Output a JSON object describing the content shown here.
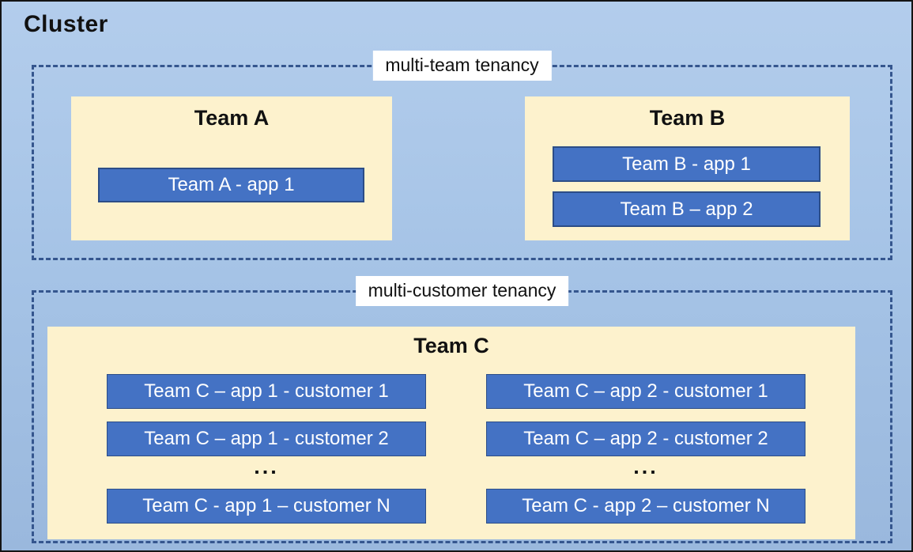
{
  "cluster": {
    "title": "Cluster"
  },
  "multi_team": {
    "label": "multi-team tenancy",
    "team_a": {
      "name": "Team A",
      "apps": [
        "Team A - app 1"
      ]
    },
    "team_b": {
      "name": "Team B",
      "apps": [
        "Team B - app 1",
        "Team B – app 2"
      ]
    }
  },
  "multi_customer": {
    "label": "multi-customer tenancy",
    "team_c": {
      "name": "Team C",
      "columns": [
        {
          "rows": [
            "Team C – app 1 - customer 1",
            "Team C – app 1 - customer 2"
          ],
          "ellipsis": "...",
          "row_n": "Team C - app 1 – customer N"
        },
        {
          "rows": [
            "Team C – app 2 - customer 1",
            "Team C – app 2 - customer 2"
          ],
          "ellipsis": "...",
          "row_n": "Team C - app 2 – customer N"
        }
      ]
    }
  },
  "colors": {
    "canvas_bg_top": "#b3cdec",
    "canvas_bg_bottom": "#9ab8dd",
    "outer_border": "#141414",
    "dashed_border": "#35568e",
    "team_box_bg": "#fdf2cd",
    "app_box_fill": "#4472c4",
    "app_box_border": "#2c4d87",
    "app_box_text": "#ffffff",
    "label_bg": "#ffffff",
    "text": "#111111"
  }
}
